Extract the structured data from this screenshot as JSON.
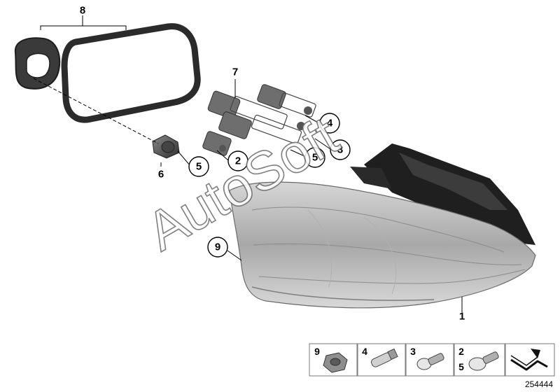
{
  "parts": {
    "p1": "1",
    "p2": "2",
    "p3": "3",
    "p4": "4",
    "p5a": "5",
    "p5b": "5",
    "p6": "6",
    "p7": "7",
    "p8": "8",
    "p9": "9"
  },
  "watermark": "AutoSoft",
  "legend": {
    "cell1": "9",
    "cell2": "4",
    "cell3": "3",
    "cell4_top": "2",
    "cell4_bottom": "5"
  },
  "diagram_number": "254444",
  "colors": {
    "lamp_dark": "#1f1f1f",
    "lamp_grey": "#9a9a9a",
    "gasket": "#2b2b2b"
  }
}
